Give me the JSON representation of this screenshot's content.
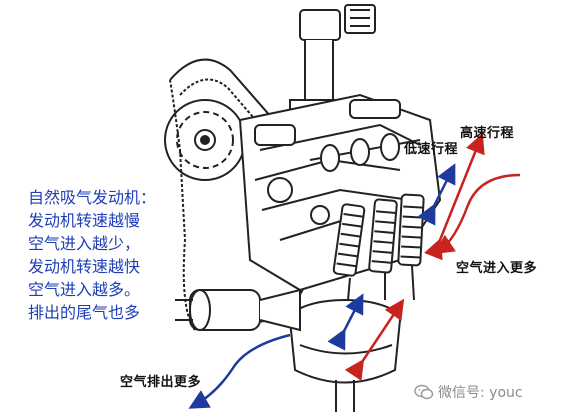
{
  "labels": {
    "high_speed_stroke": "高速行程",
    "low_speed_stroke": "低速行程",
    "more_air_in": "空气进入更多",
    "more_air_out": "空气排出更多"
  },
  "description": {
    "lines": [
      "自然吸气发动机：",
      "发动机转速越慢",
      "空气进入越少，",
      "发动机转速越快",
      "空气进入越多。",
      "排出的尾气也多"
    ],
    "color": "#1f3fb7"
  },
  "watermark": {
    "text": "微信号: youc",
    "icon": "wechat-icon"
  },
  "colors": {
    "intake_arrow": "#c8231f",
    "exhaust_arrow": "#1e3a9e",
    "line_art": "#222222"
  }
}
